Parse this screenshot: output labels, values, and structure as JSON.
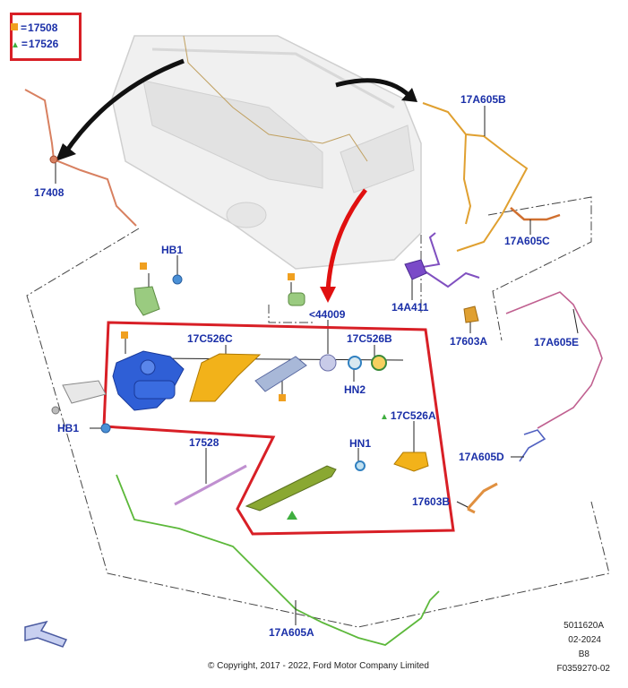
{
  "legend": {
    "square_code": "17508",
    "triangle_code": "17526",
    "equals": "="
  },
  "callouts": {
    "c17408": "17408",
    "c17A605B": "17A605B",
    "c17A605C": "17A605C",
    "c14A411": "14A411",
    "c17603A": "17603A",
    "c17A605E": "17A605E",
    "cHB1_top": "HB1",
    "c44009": "<44009",
    "c17C526C": "17C526C",
    "c17C526B": "17C526B",
    "cHN2": "HN2",
    "c17C526A": "17C526A",
    "cHN1": "HN1",
    "cHB1_left": "HB1",
    "c17528": "17528",
    "c17A605D": "17A605D",
    "c17603B": "17603B",
    "c17A605A": "17A605A"
  },
  "meta": {
    "line1": "5011620A",
    "line2": "02-2024",
    "line3": "B8",
    "line4": "F0359270-02"
  },
  "copyright": "© Copyright, 2017 - 2022, Ford Motor Company Limited",
  "colors": {
    "callout": "#1a2fa8",
    "highlight": "#d81f26",
    "square_marker": "#f0a020",
    "triangle_marker": "#3fae3f",
    "wire_orange": "#e0a030",
    "wire_green": "#5cb83a",
    "wire_pink": "#c06090",
    "motor_blue": "#2f5fd6",
    "part_yellow": "#f2b21a",
    "arm_green": "#8aa832"
  }
}
